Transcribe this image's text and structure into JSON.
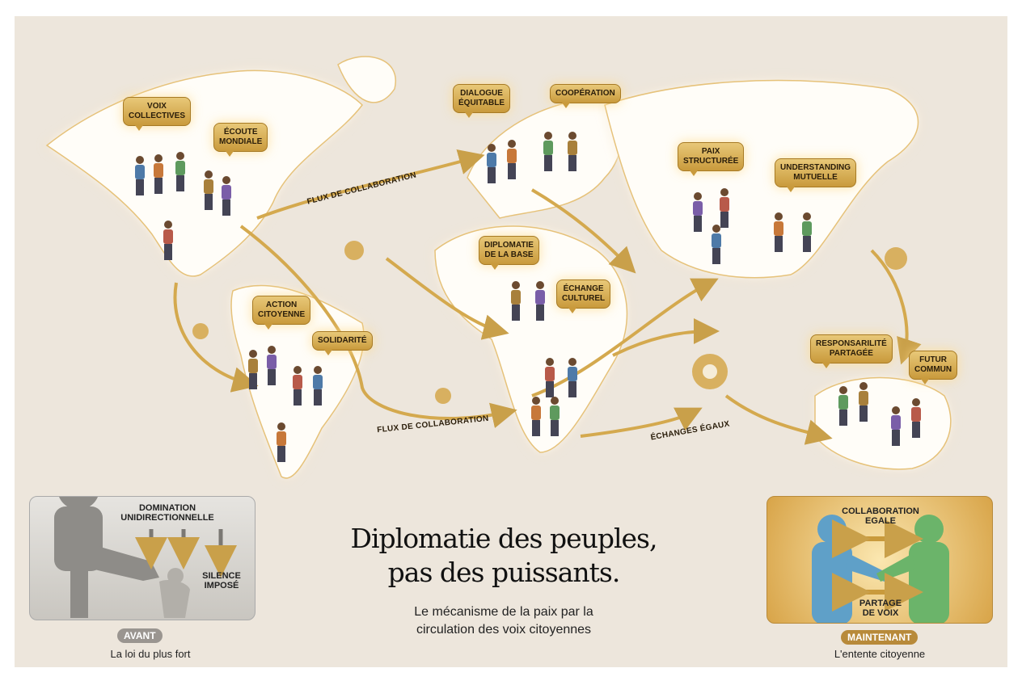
{
  "title": {
    "line1": "Diplomatie des peuples,",
    "line2": "pas des puissants."
  },
  "subtitle": {
    "line1": "Le mécanisme de la paix par la",
    "line2": "circulation des voix citoyennes"
  },
  "bubbles": [
    {
      "l1": "VOIX",
      "l2": "COLLECTIVES"
    },
    {
      "l1": "ÉCOUTE",
      "l2": "MONDIALE"
    },
    {
      "l1": "DIALOGUE",
      "l2": "ÉQUITABLE"
    },
    {
      "l1": "COOPÉRATION",
      "l2": ""
    },
    {
      "l1": "PAIX",
      "l2": "STRUCTURÉE"
    },
    {
      "l1": "UNDERSTANDING",
      "l2": "MUTUELLE"
    },
    {
      "l1": "DIPLOMATIE",
      "l2": "DE LA BASE"
    },
    {
      "l1": "ACTION",
      "l2": "CITOYENNE"
    },
    {
      "l1": "SOLIDARITÉ",
      "l2": ""
    },
    {
      "l1": "ÉCHANGE",
      "l2": "CULTUREL"
    },
    {
      "l1": "RESPONSARILITÉ",
      "l2": "PARTAGÉE"
    },
    {
      "l1": "FUTUR",
      "l2": "COMMUN"
    }
  ],
  "flows": {
    "top": "FLUX DE COLLABORATION",
    "bottom": "FLUX DE COLLABORATION",
    "east": "ÉCHANGES ÉGAUX"
  },
  "before": {
    "label1": "DOMINATION",
    "label2": "UNIDIRECTIONNELLE",
    "silence1": "SILENCE",
    "silence2": "IMPOSÉ",
    "badge": "AVANT",
    "caption": "La loi du plus fort"
  },
  "after": {
    "label1": "COLLABORATION",
    "label2": "EGALE",
    "share1": "PARTAGE",
    "share2": "DE VOIX",
    "badge": "MAINTENANT",
    "caption": "L'entente citoyenne"
  },
  "colors": {
    "background": "#ede6dc",
    "gold": "#c99a3c",
    "badge_before": "#9a9590",
    "badge_after": "#b88a3a"
  }
}
